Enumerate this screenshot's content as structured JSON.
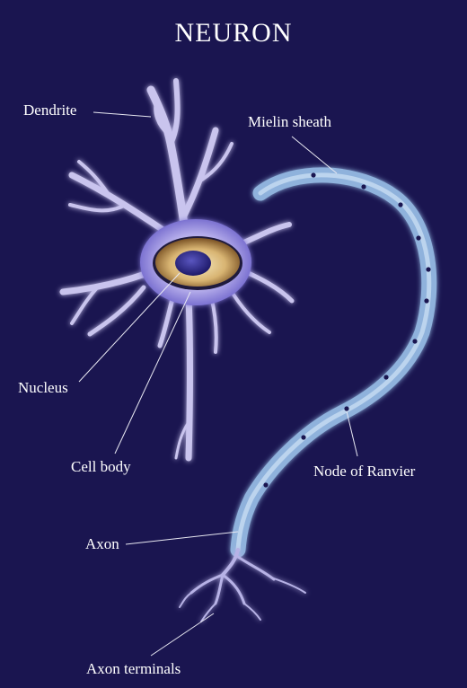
{
  "title": "NEURON",
  "labels": {
    "dendrite": "Dendrite",
    "myelin_sheath": "Mielin sheath",
    "nucleus": "Nucleus",
    "cell_body": "Cell body",
    "node_of_ranvier": "Node of Ranvier",
    "axon": "Axon",
    "axon_terminals": "Axon terminals"
  },
  "colors": {
    "background": "#1a1550",
    "label_text": "#ffffff",
    "leader_line": "#e8e8f2",
    "cell_membrane": "#c9c4ee",
    "cell_shade": "#5a4fc2",
    "nucleus_ring": "#c8a060",
    "nucleolus": "#2a2680",
    "myelin": "#a9c7e8"
  }
}
